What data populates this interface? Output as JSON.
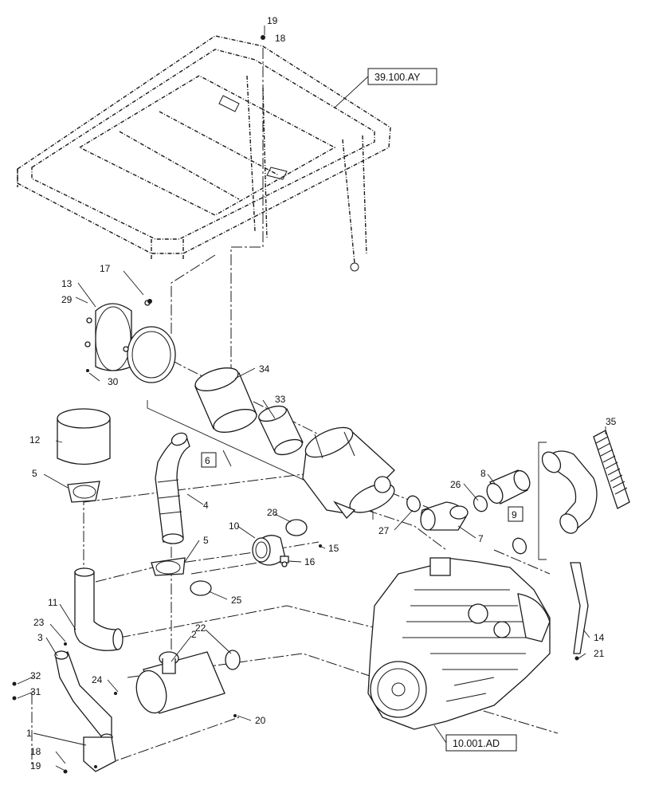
{
  "callouts": {
    "c1": "1",
    "c2": "2",
    "c3": "3",
    "c4": "4",
    "c5a": "5",
    "c5b": "5",
    "c6": "6",
    "c7": "7",
    "c8": "8",
    "c9": "9",
    "c10": "10",
    "c11": "11",
    "c12": "12",
    "c13": "13",
    "c14": "14",
    "c15": "15",
    "c16": "16",
    "c17": "17",
    "c18a": "18",
    "c18b": "18",
    "c19a": "19",
    "c19b": "19",
    "c20": "20",
    "c21": "21",
    "c22": "22",
    "c23": "23",
    "c24": "24",
    "c25": "25",
    "c26": "26",
    "c27": "27",
    "c28": "28",
    "c29": "29",
    "c30": "30",
    "c31": "31",
    "c32": "32",
    "c33": "33",
    "c34": "34",
    "c35": "35"
  },
  "references": {
    "frame": "39.100.AY",
    "engine": "10.001.AD"
  }
}
